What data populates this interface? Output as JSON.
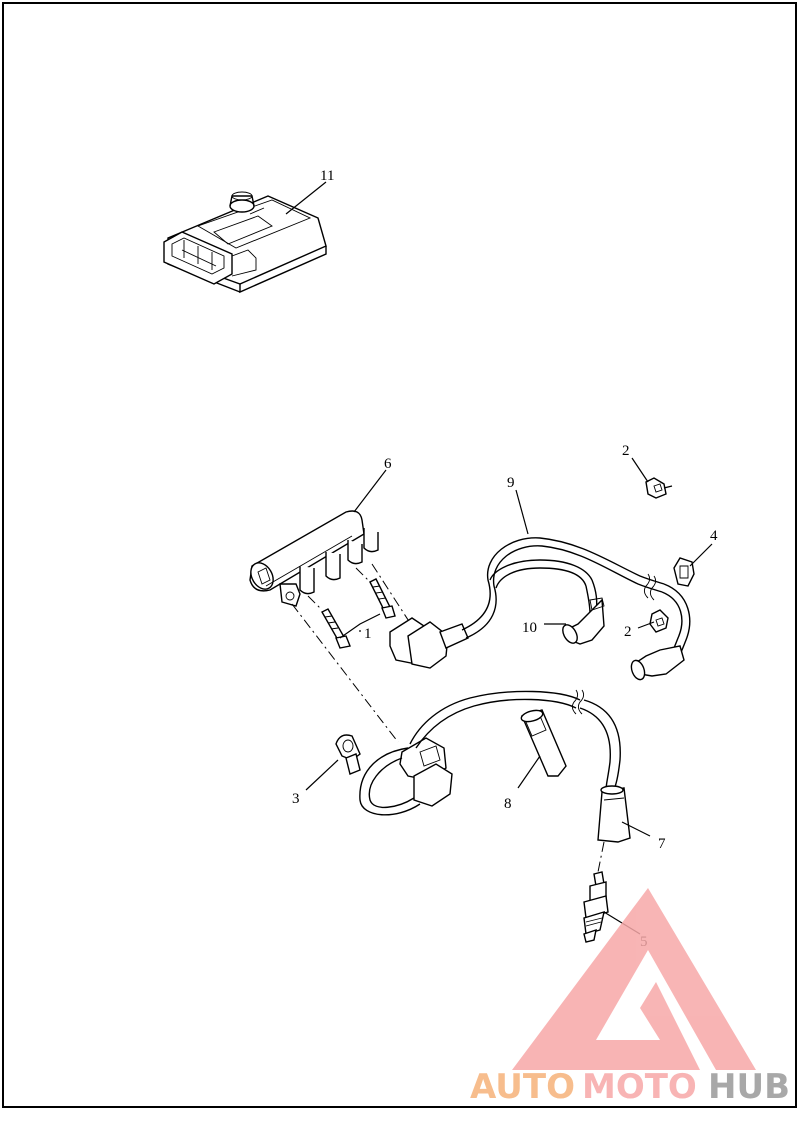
{
  "callouts": {
    "c1": "1",
    "c2a": "2",
    "c2b": "2",
    "c3": "3",
    "c4": "4",
    "c5": "5",
    "c6": "6",
    "c7": "7",
    "c8": "8",
    "c9": "9",
    "c10": "10",
    "c11": "11"
  },
  "watermark": {
    "part1": "AUTO",
    "part2": "MOTO",
    "part3": "HUB",
    "color_light": "#f7a8a8",
    "color_orange": "#f6b27a",
    "color_gray": "#9a9a9a"
  }
}
